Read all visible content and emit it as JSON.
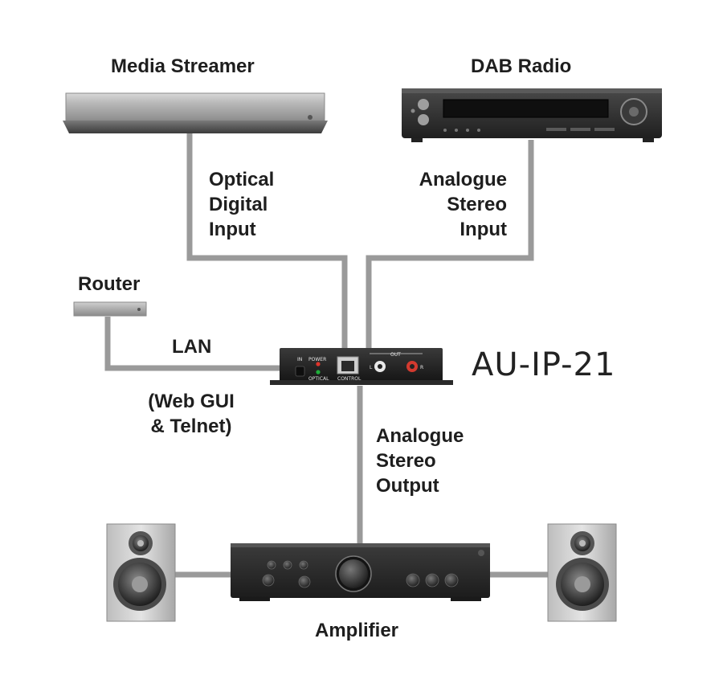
{
  "devices": {
    "media_streamer": {
      "label": "Media Streamer"
    },
    "dab_radio": {
      "label": "DAB Radio"
    },
    "router": {
      "label": "Router"
    },
    "amplifier": {
      "label": "Amplifier"
    },
    "au_ip": {
      "model": "AU-IP-21",
      "panel": {
        "in": "IN",
        "power": "POWER",
        "optical": "OPTICAL",
        "control": "CONTROL",
        "out": "OUT",
        "left": "L",
        "right": "R"
      }
    }
  },
  "connections": {
    "optical_input": [
      "Optical",
      "Digital",
      "Input"
    ],
    "analogue_input": [
      "Analogue",
      "Stereo",
      "Input"
    ],
    "lan": "LAN",
    "lan_note": [
      "(Web GUI",
      "& Telnet)"
    ],
    "analogue_output": [
      "Analogue",
      "Stereo",
      "Output"
    ]
  },
  "colors": {
    "cable": "#9a9a9a",
    "text": "#1e1e1e",
    "device_dark": "#2b2b2b"
  }
}
